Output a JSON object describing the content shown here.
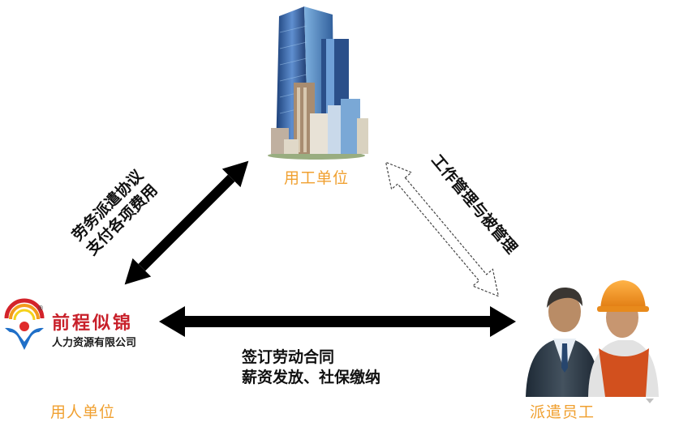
{
  "nodes": {
    "employer": {
      "label": "用工单位"
    },
    "dispatcher": {
      "label": "用人单位",
      "logo_title": "前程似锦",
      "logo_subtitle": "人力资源有限公司",
      "logo_mark": "®"
    },
    "employee": {
      "label": "派遣员工"
    }
  },
  "edges": {
    "dispatcher_employer": {
      "line1": "劳务派遣协议",
      "line2": "支付各项费用"
    },
    "employer_employee": {
      "text": "工作管理与被管理"
    },
    "dispatcher_employee": {
      "line1": "签订劳动合同",
      "line2": "薪资发放、社保缴纳"
    }
  },
  "colors": {
    "label_orange": "#f0a030",
    "logo_red": "#c8202a",
    "logo_blue": "#1f6fc8",
    "arrow_black": "#000000"
  }
}
